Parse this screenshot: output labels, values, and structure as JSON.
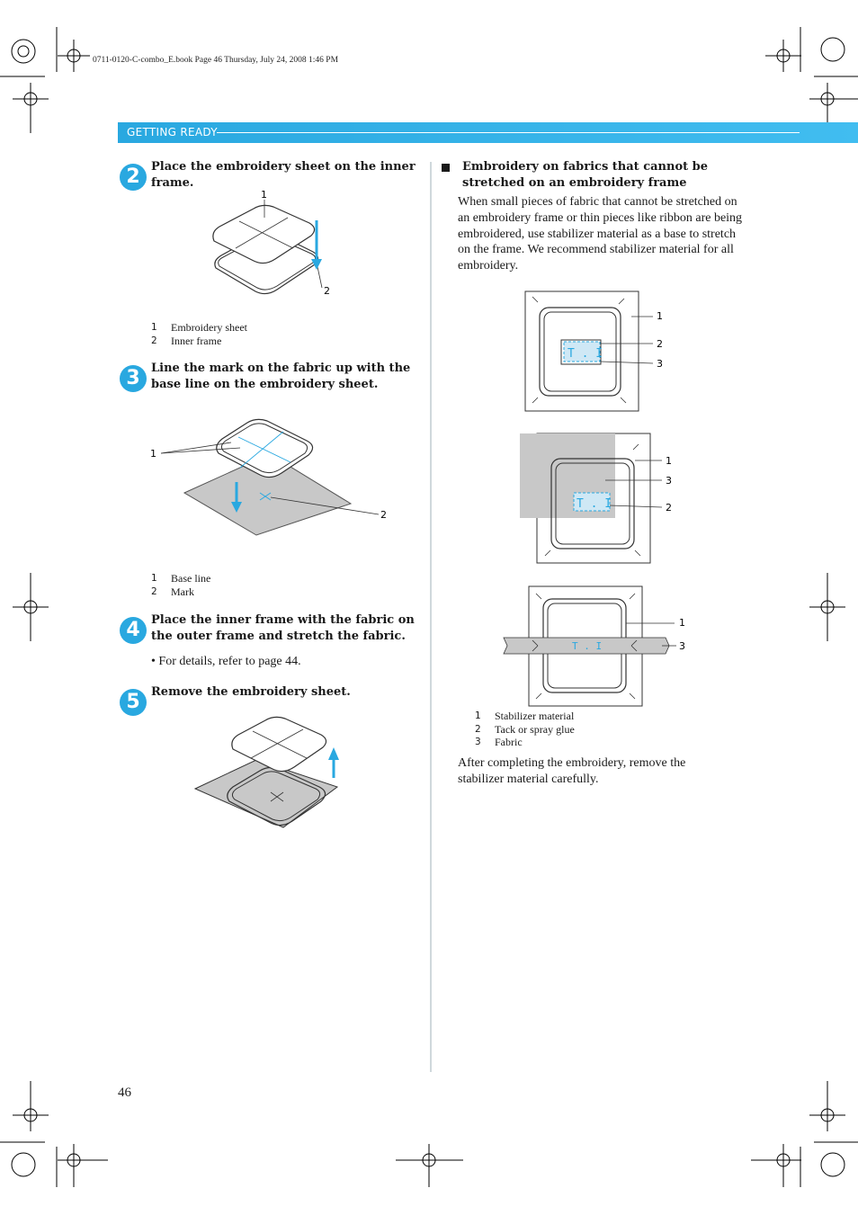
{
  "file_info": "0711-0120-C-combo_E.book  Page 46  Thursday, July 24, 2008  1:46 PM",
  "header": {
    "section": "GETTING READY"
  },
  "left_column": {
    "step2": {
      "number": "2",
      "title": "Place the embroidery sheet on the inner frame.",
      "callouts": [
        "1",
        "2"
      ],
      "legend": [
        {
          "num": "1",
          "text": "Embroidery sheet"
        },
        {
          "num": "2",
          "text": "Inner frame"
        }
      ]
    },
    "step3": {
      "number": "3",
      "title": "Line the mark on the fabric up with the base line on the embroidery sheet.",
      "callouts": [
        "1",
        "2"
      ],
      "legend": [
        {
          "num": "1",
          "text": "Base line"
        },
        {
          "num": "2",
          "text": "Mark"
        }
      ]
    },
    "step4": {
      "number": "4",
      "title": "Place the inner frame with the fabric on the outer frame and stretch the fabric.",
      "bullet": "• For details, refer to page 44."
    },
    "step5": {
      "number": "5",
      "title": "Remove the embroidery sheet."
    }
  },
  "right_column": {
    "section_title": "Embroidery on fabrics that cannot be stretched on an embroidery frame",
    "intro": "When small pieces of fabric that cannot be stretched on an embroidery frame or thin pieces like ribbon are being embroidered, use stabilizer material as a base to stretch on the frame. We recommend stabilizer material for all embroidery.",
    "figure1_callouts": [
      "1",
      "2",
      "3"
    ],
    "figure2_callouts": [
      "1",
      "3",
      "2"
    ],
    "figure3_callouts": [
      "1",
      "3"
    ],
    "sample_text": "T . I",
    "legend": [
      {
        "num": "1",
        "text": "Stabilizer material"
      },
      {
        "num": "2",
        "text": "Tack or spray glue"
      },
      {
        "num": "3",
        "text": "Fabric"
      }
    ],
    "closing": "After completing the embroidery, remove the stabilizer material carefully."
  },
  "page_number": "46",
  "colors": {
    "accent": "#29a8e0",
    "fabric_gray": "#c8c8c8"
  }
}
